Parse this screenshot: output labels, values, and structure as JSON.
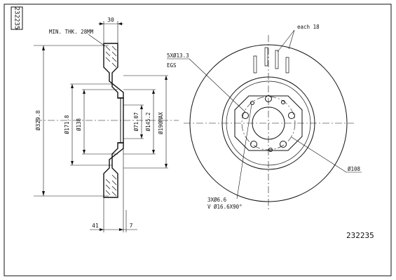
{
  "title_box": {
    "part_number": "232235"
  },
  "stamp": {
    "part_number": "232235"
  },
  "labels": {
    "min_thickness": "MIN. THK. 28MM",
    "thickness_top": "30",
    "outer_diameter": "Ø329.8",
    "diameter_171_8": "Ø171.8",
    "diameter_138": "Ø138",
    "diameter_71_07": "Ø71.07",
    "diameter_145_2": "Ø145.2",
    "diameter_190max": "Ø190MAX",
    "offset_41": "41",
    "offset_7": "7",
    "bolt_holes": "5XØ13.3",
    "egs": "EGS",
    "pcd": "Ø108",
    "thread_holes": "3XØ6.6",
    "countersink": "V Ø16.6X90°",
    "vents": "each 18"
  },
  "colors": {
    "ink": "#111111",
    "paper": "#ffffff"
  }
}
